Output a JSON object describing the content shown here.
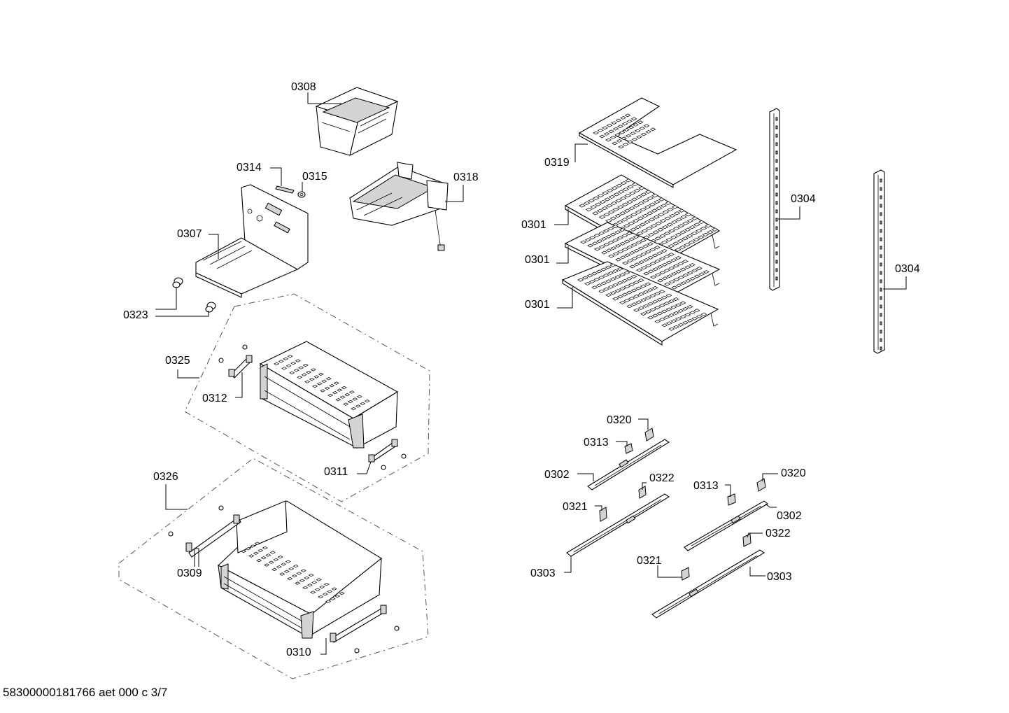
{
  "footer": "58300000181766 aet 000 c 3/7",
  "callouts": {
    "c0308": "0308",
    "c0314": "0314",
    "c0315": "0315",
    "c0318": "0318",
    "c0307": "0307",
    "c0323": "0323",
    "c0325": "0325",
    "c0312": "0312",
    "c0311": "0311",
    "c0326": "0326",
    "c0309": "0309",
    "c0310": "0310",
    "c0319": "0319",
    "c0301a": "0301",
    "c0301b": "0301",
    "c0301c": "0301",
    "c0304a": "0304",
    "c0304b": "0304",
    "c0320a": "0320",
    "c0313a": "0313",
    "c0302a": "0302",
    "c0322a": "0322",
    "c0321a": "0321",
    "c0303a": "0303",
    "c0313b": "0313",
    "c0320b": "0320",
    "c0302b": "0302",
    "c0322b": "0322",
    "c0321b": "0321",
    "c0303b": "0303"
  }
}
